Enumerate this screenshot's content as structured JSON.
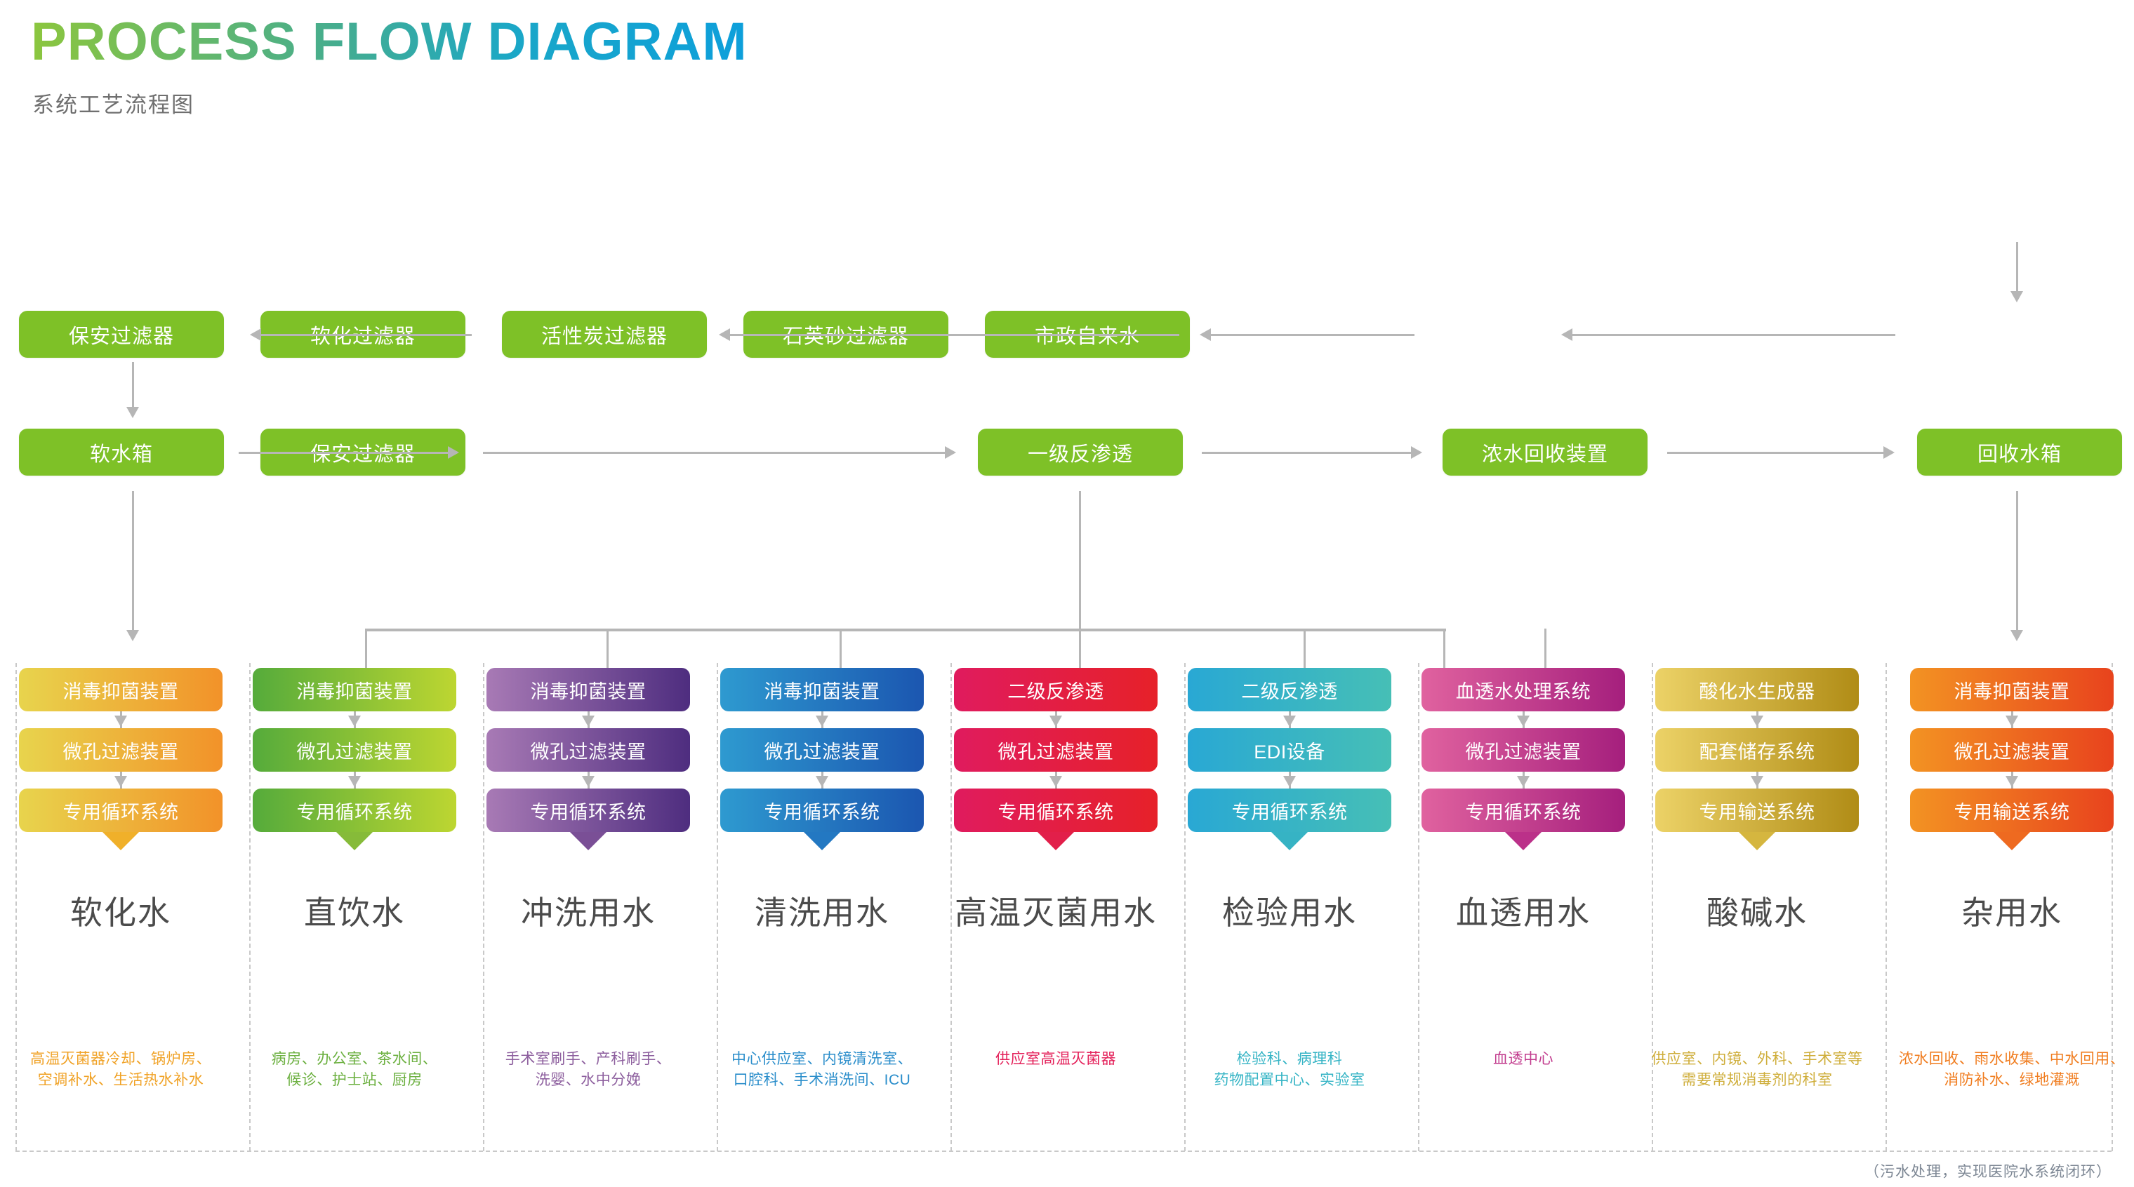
{
  "header": {
    "title": "PROCESS FLOW DIAGRAM",
    "subtitle": "系统工艺流程图"
  },
  "pretreatment": {
    "row1": [
      {
        "label": "保安过滤器"
      },
      {
        "label": "软化过滤器"
      },
      {
        "label": "活性炭过滤器"
      },
      {
        "label": "石英砂过滤器"
      },
      {
        "label": "市政自来水"
      }
    ],
    "row2": [
      {
        "label": "软水箱"
      },
      {
        "label": "保安过滤器"
      },
      {
        "label": "一级反渗透"
      },
      {
        "label": "浓水回收装置"
      },
      {
        "label": "回收水箱"
      }
    ]
  },
  "columns": [
    {
      "steps": [
        "消毒抑菌装置",
        "微孔过滤装置",
        "专用循环系统"
      ],
      "water_name": "软化水",
      "usage": [
        "高温灭菌器冷却、锅炉房、",
        "空调补水、生活热水补水"
      ],
      "grad_from": "#e8d44d",
      "grad_to": "#f29229",
      "text_color": "#f0a226",
      "notch_color": "#f0b02a"
    },
    {
      "steps": [
        "消毒抑菌装置",
        "微孔过滤装置",
        "专用循环系统"
      ],
      "water_name": "直饮水",
      "usage": [
        "病房、办公室、茶水间、",
        "候诊、护士站、厨房"
      ],
      "grad_from": "#55ab3b",
      "grad_to": "#bdd631",
      "text_color": "#6cb040",
      "notch_color": "#86bb39"
    },
    {
      "steps": [
        "消毒抑菌装置",
        "微孔过滤装置",
        "专用循环系统"
      ],
      "water_name": "冲洗用水",
      "usage": [
        "手术室刷手、产科刷手、",
        "洗婴、水中分娩"
      ],
      "grad_from": "#a87ab5",
      "grad_to": "#4e2d7f",
      "text_color": "#8d5f9e",
      "notch_color": "#7a4f96"
    },
    {
      "steps": [
        "消毒抑菌装置",
        "微孔过滤装置",
        "专用循环系统"
      ],
      "water_name": "清洗用水",
      "usage": [
        "中心供应室、内镜清洗室、",
        "口腔科、手术消洗间、ICU"
      ],
      "grad_from": "#2e9ad0",
      "grad_to": "#1b56b0",
      "text_color": "#2b8ecb",
      "notch_color": "#2378c2"
    },
    {
      "steps": [
        "二级反渗透",
        "微孔过滤装置",
        "专用循环系统"
      ],
      "water_name": "高温灭菌用水",
      "usage": [
        "供应室高温灭菌器"
      ],
      "grad_from": "#e01b5e",
      "grad_to": "#e62129",
      "text_color": "#e4225b",
      "notch_color": "#e21f4a"
    },
    {
      "steps": [
        "二级反渗透",
        "EDI设备",
        "专用循环系统"
      ],
      "water_name": "检验用水",
      "usage": [
        "检验科、病理科",
        "药物配置中心、实验室"
      ],
      "grad_from": "#29a8d4",
      "grad_to": "#46bfb6",
      "text_color": "#35b4c5",
      "notch_color": "#36b3c4"
    },
    {
      "steps": [
        "血透水处理系统",
        "微孔过滤装置",
        "专用循环系统"
      ],
      "water_name": "血透用水",
      "usage": [
        "血透中心"
      ],
      "grad_from": "#e0629f",
      "grad_to": "#a51f7d",
      "text_color": "#c23c8e",
      "notch_color": "#bb3189"
    },
    {
      "steps": [
        "酸化水生成器",
        "配套储存系统",
        "专用输送系统"
      ],
      "water_name": "酸碱水",
      "usage": [
        "供应室、内镜、外科、手术室等",
        "需要常规消毒剂的科室"
      ],
      "grad_from": "#ecd267",
      "grad_to": "#b08c16",
      "text_color": "#cfae3b",
      "notch_color": "#d5b63f"
    },
    {
      "steps": [
        "消毒抑菌装置",
        "微孔过滤装置",
        "专用输送系统"
      ],
      "water_name": "杂用水",
      "usage": [
        "浓水回收、雨水收集、中水回用、",
        "消防补水、绿地灌溉"
      ],
      "grad_from": "#f39323",
      "grad_to": "#e8431d",
      "text_color": "#f07d20",
      "notch_color": "#ee6a20"
    }
  ],
  "footnote": "（污水处理，实现医院水系统闭环）",
  "colors": {
    "top_box": "#7ec127",
    "connector": "#b6b6b6",
    "water_name": "#4b4b4b",
    "separator": "#c9c9c9"
  }
}
